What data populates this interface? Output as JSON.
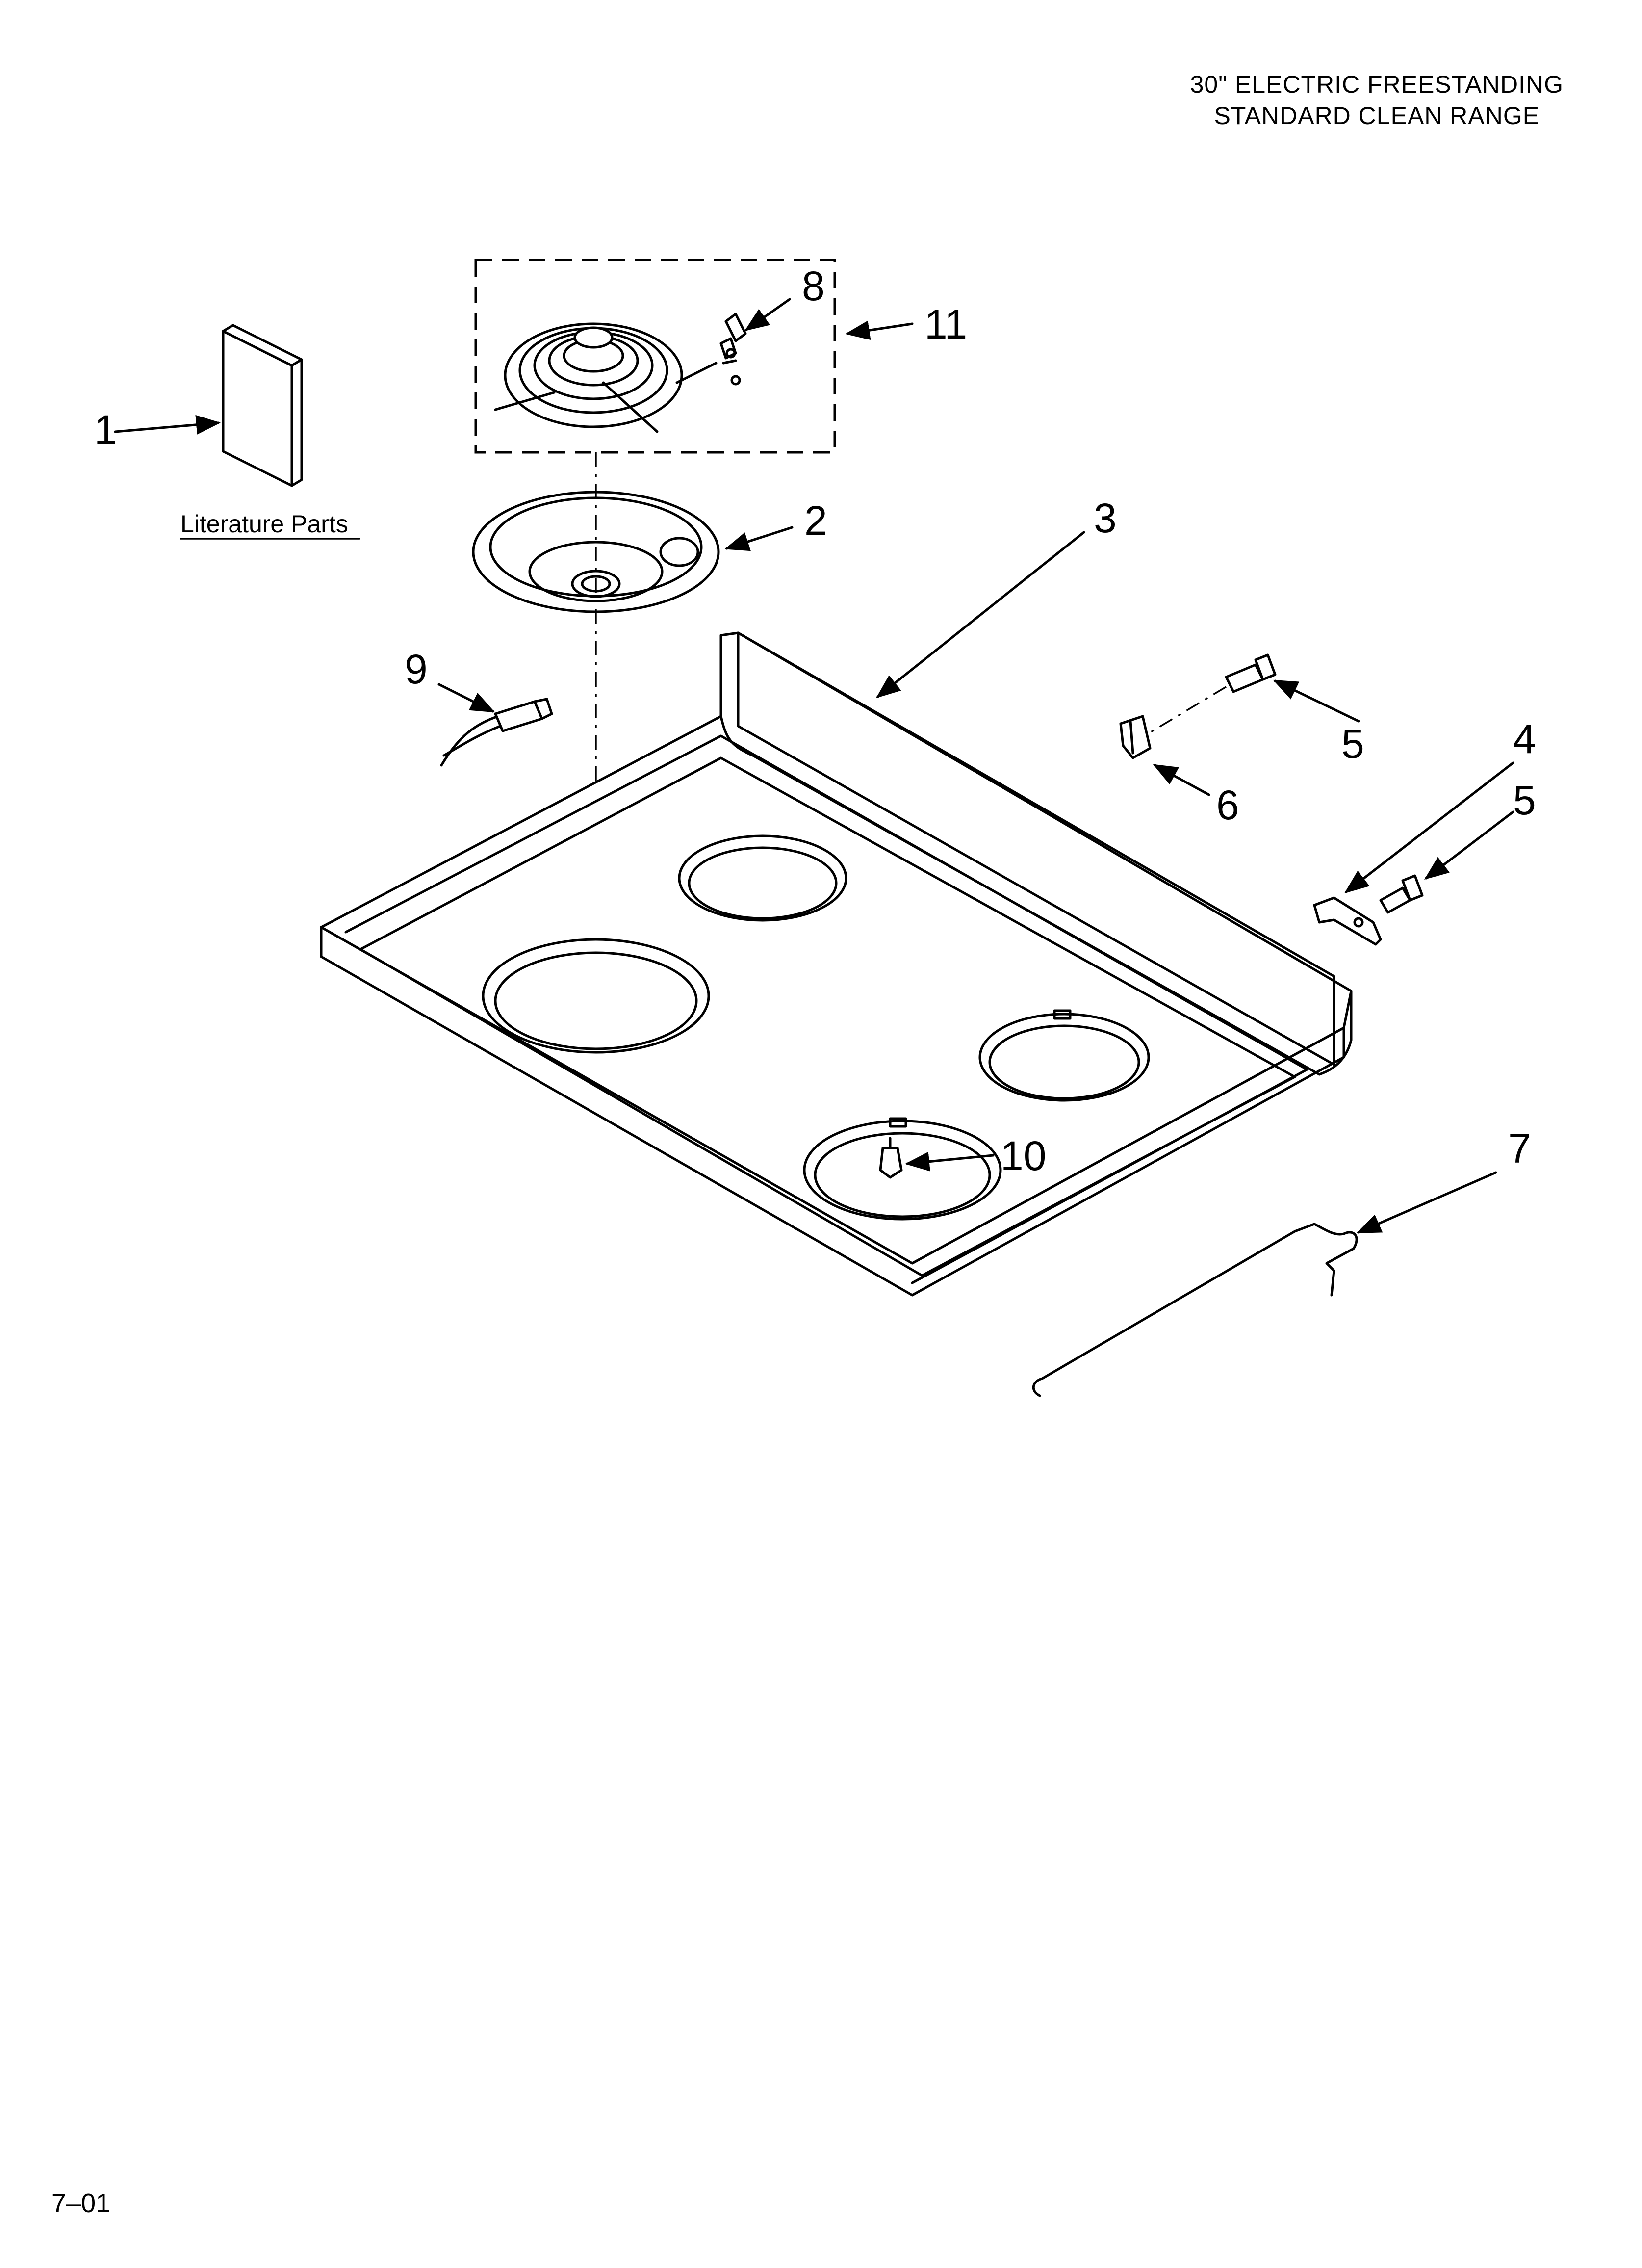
{
  "header": {
    "line1": "30\" ELECTRIC FREESTANDING",
    "line2": "STANDARD CLEAN RANGE"
  },
  "footer": {
    "code": "7–01"
  },
  "literature_label": "Literature Parts",
  "callouts": {
    "c1": "1",
    "c2": "2",
    "c3": "3",
    "c4": "4",
    "c5a": "5",
    "c5b": "5",
    "c6": "6",
    "c7": "7",
    "c8": "8",
    "c9": "9",
    "c10": "10",
    "c11": "11"
  }
}
